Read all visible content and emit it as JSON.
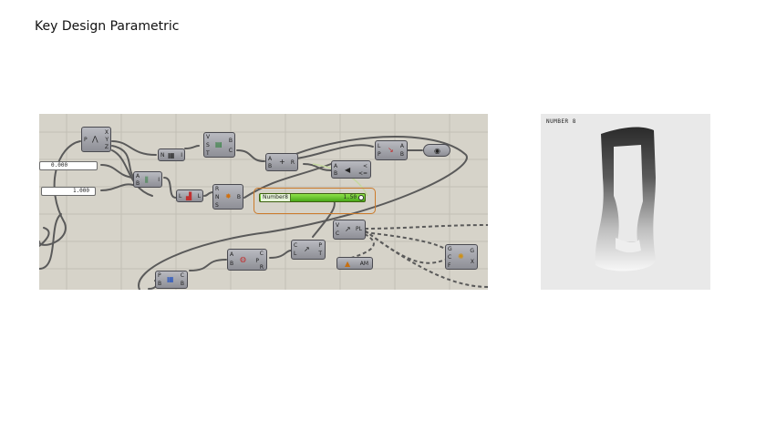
{
  "title": "Key Design Parametric",
  "panels": [
    {
      "value": "0.000"
    },
    {
      "value": "1.000"
    }
  ],
  "slider": {
    "name": "Number8",
    "value": "1.50"
  },
  "components": [
    {
      "id": "pt-decompose",
      "inputs": [
        "P"
      ],
      "outputs": [
        "X",
        "Y",
        "Z"
      ],
      "icon": "⋀"
    },
    {
      "id": "num-a",
      "inputs": [
        "N"
      ],
      "outputs": [
        "I"
      ],
      "icon": "▦"
    },
    {
      "id": "series",
      "inputs": [
        "V",
        "S",
        "T"
      ],
      "outputs": [
        "B",
        "C"
      ],
      "icon": "▤"
    },
    {
      "id": "interp-a",
      "inputs": [
        "A",
        "B"
      ],
      "outputs": [
        "I"
      ],
      "icon": "⫼"
    },
    {
      "id": "list-len",
      "inputs": [
        "L"
      ],
      "outputs": [
        "L"
      ],
      "icon": "▟"
    },
    {
      "id": "range",
      "inputs": [
        "R",
        "N",
        "S"
      ],
      "outputs": [
        "B"
      ],
      "icon": "✸"
    },
    {
      "id": "add",
      "inputs": [
        "A",
        "B"
      ],
      "outputs": [
        "R"
      ],
      "icon": "+"
    },
    {
      "id": "compare",
      "inputs": [
        "A",
        "B"
      ],
      "outputs": [
        "<",
        "<="
      ],
      "icon": "◀"
    },
    {
      "id": "vector",
      "inputs": [
        "L",
        "P"
      ],
      "outputs": [
        "A",
        "B"
      ],
      "icon": "↘"
    },
    {
      "id": "eye",
      "inputs": [],
      "outputs": [],
      "icon": "◉"
    },
    {
      "id": "vec2",
      "inputs": [
        "V",
        "C"
      ],
      "outputs": [
        "PL"
      ],
      "icon": "↗"
    },
    {
      "id": "circle",
      "inputs": [
        "A",
        "B"
      ],
      "outputs": [
        "C",
        "P",
        "R"
      ],
      "icon": "◍"
    },
    {
      "id": "curve",
      "inputs": [
        "C",
        "L"
      ],
      "outputs": [
        "P",
        "T"
      ],
      "icon": "↗"
    },
    {
      "id": "area",
      "inputs": [],
      "outputs": [
        "AM"
      ],
      "icon": "▲"
    },
    {
      "id": "plane",
      "inputs": [
        "P",
        "B"
      ],
      "outputs": [
        "C",
        "B"
      ],
      "icon": "▦"
    },
    {
      "id": "geo",
      "inputs": [
        "G",
        "C",
        "F"
      ],
      "outputs": [
        "G",
        "X"
      ],
      "icon": "✺"
    }
  ],
  "preview": {
    "label": "NUMBER 8"
  },
  "colors": {
    "canvas": "#d6d3c9",
    "slider": "#6cc82e",
    "frame": "#cc7a2a"
  }
}
